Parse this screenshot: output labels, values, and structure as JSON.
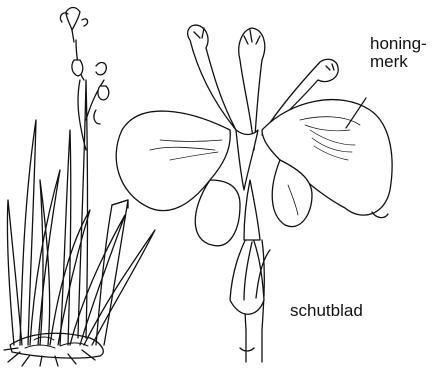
{
  "labels": {
    "honingmerk_line1": "honing-",
    "honingmerk_line2": "merk",
    "schutblad": "schutblad"
  }
}
